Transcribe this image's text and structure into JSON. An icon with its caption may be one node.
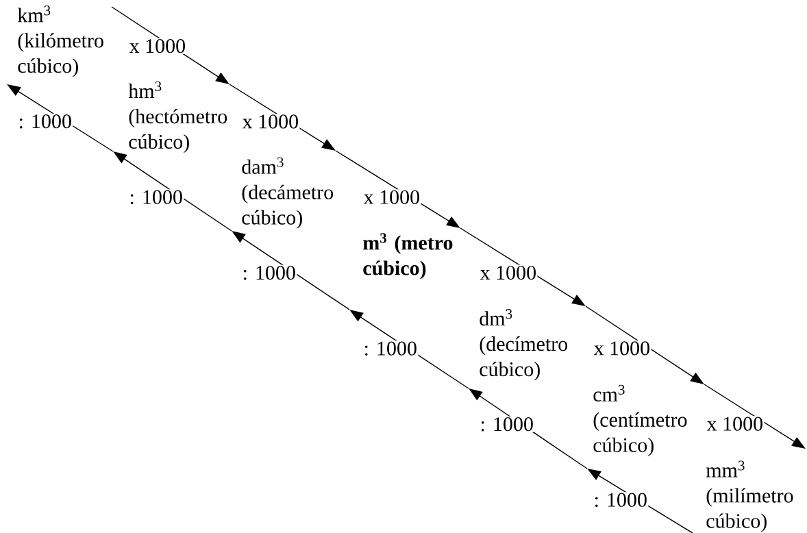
{
  "diagram": {
    "nodes": [
      {
        "text": [
          "km$^{3}$ (kilómetro cúbico)"
        ]
      },
      {
        "text": [
          "hm$^{3}$ (hectómetro cúbico)"
        ]
      },
      {
        "text": [
          "dam$^{3}$ (decámetro cúbico)"
        ]
      },
      {
        "text": [
          "m$^{3}$ (metro cúbico)"
        ]
      },
      {
        "text": [
          "dm$^{3}$ (decímetro cúbico)"
        ]
      },
      {
        "text": [
          "cm$^{3}$ (centímetro cúbico)"
        ]
      },
      {
        "text": [
          "mm$^{3}$ (milímetro cúbico)"
        ]
      }
    ],
    "edges": [
      {
        "from": 0,
        "to": 1,
        "arrow": "to",
        "label": "x 1000"
      },
      {
        "from": 1,
        "to": 2,
        "arrow": "to",
        "label": "x 1000"
      },
      {
        "from": 2,
        "to": 3,
        "arrow": "to",
        "label": "x 1000"
      },
      {
        "from": 3,
        "to": 4,
        "arrow": "to",
        "label": "x 1000"
      },
      {
        "from": 4,
        "to": 5,
        "arrow": "to",
        "label": "x 1000"
      },
      {
        "from": 5,
        "to": 6,
        "arrow": "to",
        "label": "x 1000"
      },
      {
        "from": 1,
        "to": 0,
        "arrow": "to",
        "label": ": 1000"
      },
      {
        "from": 2,
        "to": 1,
        "arrow": "to",
        "label": ": 1000"
      },
      {
        "from": 3,
        "to": 2,
        "arrow": "to",
        "label": ": 1000"
      },
      {
        "from": 4,
        "to": 3,
        "arrow": "to",
        "label": ": 1000"
      },
      {
        "from": 5,
        "to": 4,
        "arrow": "to",
        "label": ": 1000"
      },
      {
        "from": 6,
        "to": 5,
        "arrow": "to",
        "label": ": 1000"
      }
    ]
  }
}
